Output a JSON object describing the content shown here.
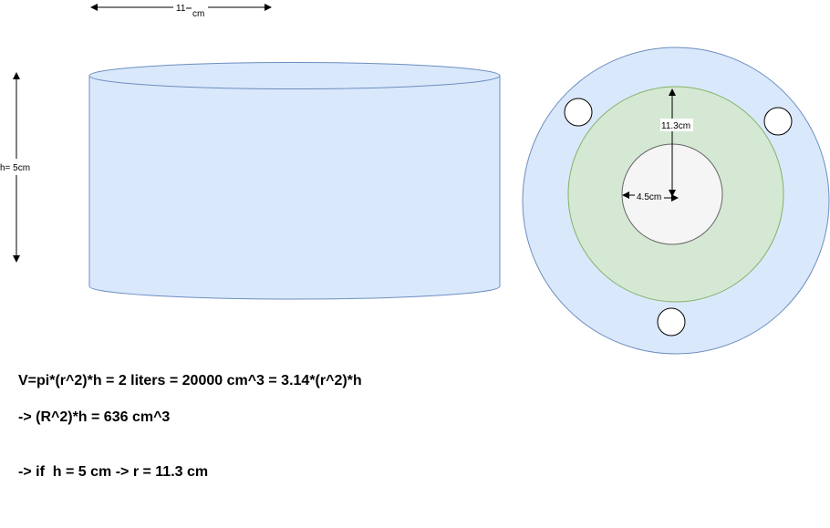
{
  "colors": {
    "blue_fill": "#dae8fc",
    "blue_stroke": "#6c8ebf",
    "green_fill": "#d5e8d4",
    "green_stroke": "#82b366",
    "grey_fill": "#f5f5f5",
    "grey_stroke": "#666666",
    "line": "#000000"
  },
  "dimensions": {
    "width_value": "11",
    "width_unit": "cm",
    "height_label": "h= 5cm",
    "outer_radius_label": "11.3cm",
    "inner_radius_label": "4.5cm"
  },
  "equations": {
    "line1": "V=pi*(r^2)*h = 2 liters = 20000 cm^3 = 3.14*(r^2)*h",
    "line2": "-> (R^2)*h = 636 cm^3",
    "line3": "-> if  h = 5 cm -> r = 11.3 cm"
  }
}
